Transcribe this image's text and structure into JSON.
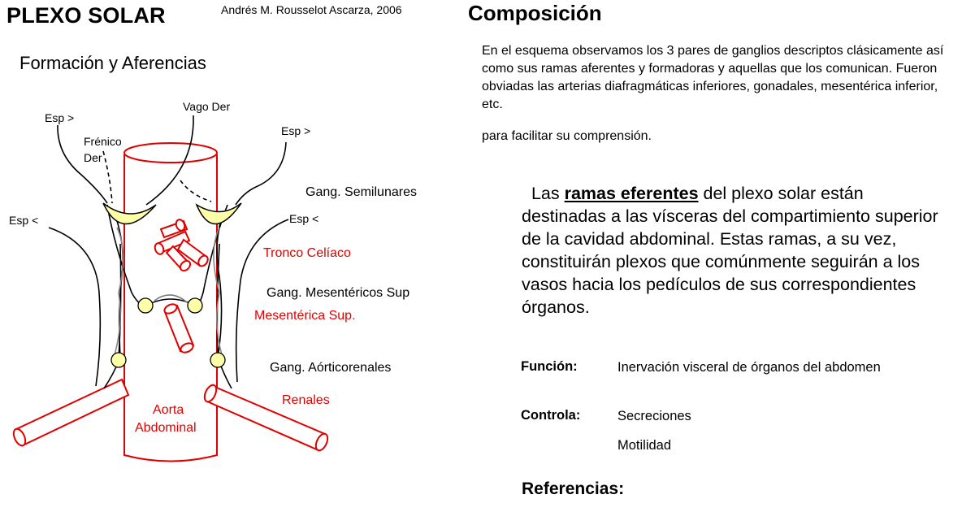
{
  "header": {
    "title": "PLEXO SOLAR",
    "author": "Andrés M. Rousselot Ascarza, 2006"
  },
  "diagram": {
    "subtitle": "Formación y Aferencias",
    "labels": {
      "esp_top_left": "Esp >",
      "vago_der": "Vago Der",
      "frenico_der_1": "Frénico",
      "frenico_der_2": "Der",
      "esp_top_right": "Esp >",
      "esp_mid_left": "Esp <",
      "esp_mid_right": "Esp <",
      "gang_semilunares": "Gang. Semilunares",
      "tronco_celiaco": "Tronco Celíaco",
      "gang_mesentericos_sup": "Gang. Mesentéricos Sup",
      "mesenterica_sup": "Mesentérica Sup.",
      "gang_aorticorenales": "Gang. Aórticorenales",
      "renales": "Renales",
      "aorta_1": "Aorta",
      "aorta_2": "Abdominal"
    },
    "colors": {
      "vessel": "#e00000",
      "ganglion_fill": "#ffffa8",
      "nerve": "#000000"
    }
  },
  "composition": {
    "title": "Composición",
    "intro": "En el esquema observamos los 3 pares de ganglios descriptos clásicamente así como sus ramas aferentes y formadoras y aquellas que los comunican. Fueron obviadas las arterias diafragmáticas inferiores, gonadales, mesentérica inferior, etc.",
    "intro_tail": "para facilitar su comprensión.",
    "efferent_pre": "Las ",
    "efferent_term": "ramas eferentes",
    "efferent_post": " del plexo solar están destinadas a las vísceras del compartimiento superior de la cavidad abdominal. Estas ramas, a su vez, constituirán plexos que comúnmente seguirán a los vasos hacia los pedículos de sus correspondientes órganos.",
    "function_key": "Función:",
    "function_value": "Inervación visceral de órganos del abdomen",
    "controls_key": "Controla:",
    "controls_value_1": "Secreciones",
    "controls_value_2": "Motilidad",
    "references_title": "Referencias:"
  }
}
